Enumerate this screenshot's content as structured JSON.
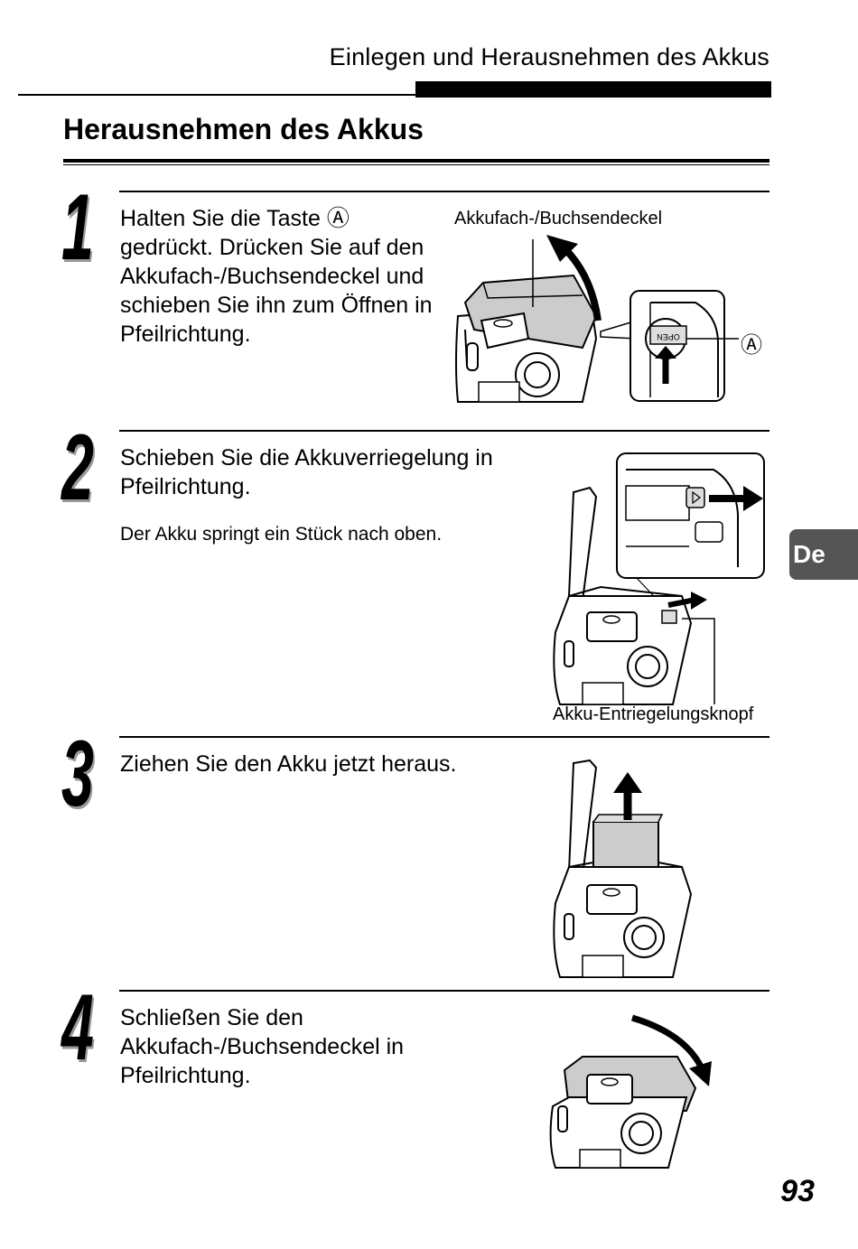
{
  "header": {
    "title": "Einlegen und Herausnehmen des Akkus"
  },
  "section": {
    "title": "Herausnehmen des Akkus"
  },
  "steps": [
    {
      "number": "1",
      "text": "Halten Sie die Taste Ⓐ gedrückt. Drücken Sie auf den Akkufach-/Buchsendeckel und schieben Sie ihn zum Öffnen in Pfeilrichtung.",
      "callouts": {
        "cover": "Akkufach-/Buchsendeckel",
        "button": "Ⓐ",
        "open_label": "OPEN"
      }
    },
    {
      "number": "2",
      "text": "Schieben Sie die Akkuverriegelung in Pfeilrichtung.",
      "note": "Der Akku springt ein Stück nach oben.",
      "callouts": {
        "release": "Akku-Entriegelungsknopf"
      }
    },
    {
      "number": "3",
      "text": "Ziehen Sie den Akku jetzt heraus."
    },
    {
      "number": "4",
      "text": "Schließen Sie den Akkufach-/Buchsendeckel in Pfeilrichtung."
    }
  ],
  "side_tab": {
    "label": "De"
  },
  "footer": {
    "page_number": "93"
  }
}
